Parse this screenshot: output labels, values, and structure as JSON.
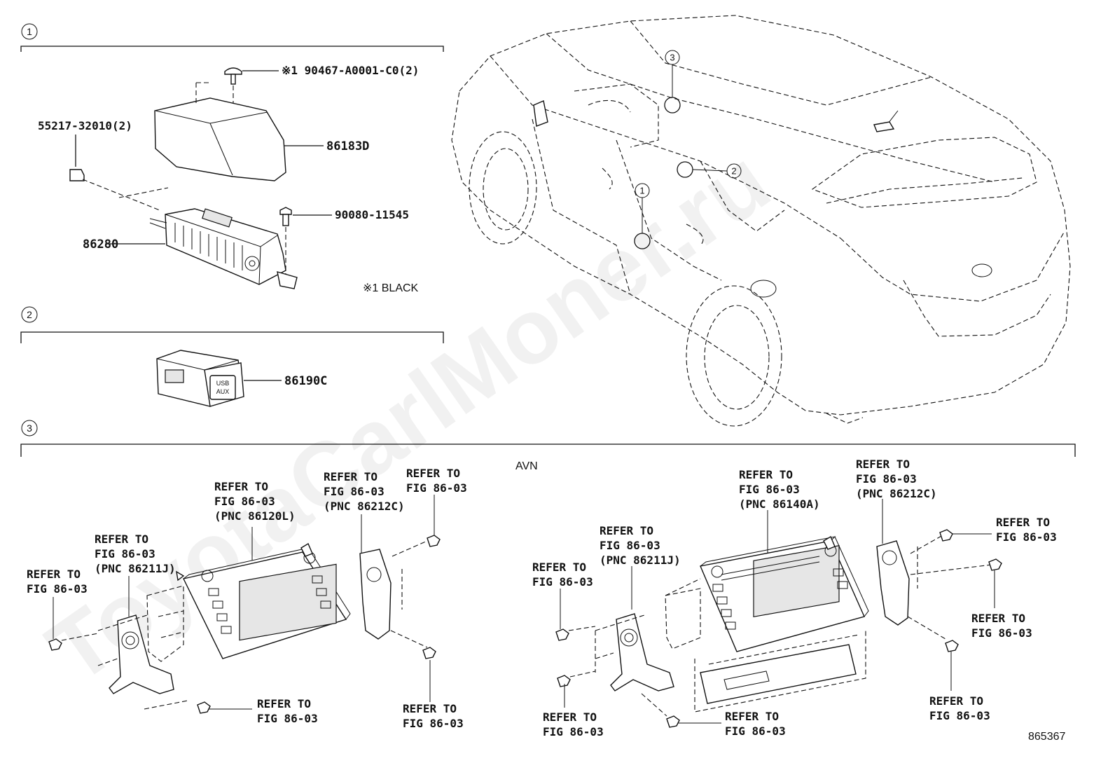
{
  "watermark": "ToyotaCarlMoner.ru",
  "figure_number": "865367",
  "sections": [
    {
      "id": "1",
      "label": "1"
    },
    {
      "id": "2",
      "label": "2"
    },
    {
      "id": "3",
      "label": "3"
    }
  ],
  "vehicle_markers": [
    "1",
    "2",
    "3"
  ],
  "section1": {
    "screw_label": "※1 90467-A0001-C0(2)",
    "clip_label": "55217-32010(2)",
    "cover_label": "86183D",
    "bolt_label": "90080-11545",
    "amplifier_label": "86280",
    "note": "※1 BLACK"
  },
  "section2": {
    "jack_label": "86190C",
    "jack_button": [
      "USB",
      "AUX"
    ]
  },
  "section3": {
    "header": "AVN",
    "refer_to": "REFER TO",
    "fig": "FIG 86-03",
    "pnc_86120L": "(PNC 86120L)",
    "pnc_86211J": "(PNC 86211J)",
    "pnc_86212C": "(PNC 86212C)",
    "pnc_86140A": "(PNC 86140A)"
  }
}
